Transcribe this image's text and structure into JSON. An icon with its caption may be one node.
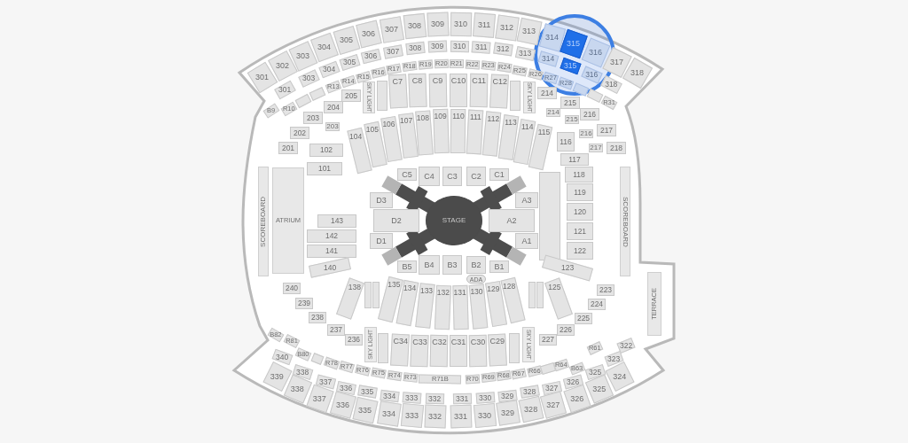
{
  "diagram": {
    "nodes": [
      {
        "text": [
          "301"
        ]
      },
      {
        "text": [
          "302"
        ]
      },
      {
        "text": [
          "303"
        ]
      },
      {
        "text": [
          "304"
        ]
      },
      {
        "text": [
          "305"
        ]
      },
      {
        "text": [
          "306"
        ]
      },
      {
        "text": [
          "307"
        ]
      },
      {
        "text": [
          "308"
        ]
      },
      {
        "text": [
          "309"
        ]
      },
      {
        "text": [
          "310"
        ]
      },
      {
        "text": [
          "311"
        ]
      },
      {
        "text": [
          "312"
        ]
      },
      {
        "text": [
          "313"
        ]
      },
      {
        "text": [
          "314"
        ]
      },
      {
        "text": [
          "315"
        ]
      },
      {
        "text": [
          "316"
        ]
      },
      {
        "text": [
          "317"
        ]
      },
      {
        "text": [
          "318"
        ]
      },
      {
        "text": [
          "301"
        ]
      },
      {
        "text": [
          "303"
        ]
      },
      {
        "text": [
          "304"
        ]
      },
      {
        "text": [
          "305"
        ]
      },
      {
        "text": [
          "306"
        ]
      },
      {
        "text": [
          "307"
        ]
      },
      {
        "text": [
          "308"
        ]
      },
      {
        "text": [
          "309"
        ]
      },
      {
        "text": [
          "310"
        ]
      },
      {
        "text": [
          "311"
        ]
      },
      {
        "text": [
          "312"
        ]
      },
      {
        "text": [
          "313"
        ]
      },
      {
        "text": [
          "314"
        ]
      },
      {
        "text": [
          "315"
        ]
      },
      {
        "text": [
          "316"
        ]
      },
      {
        "text": [
          "318"
        ]
      },
      {
        "text": [
          "B9"
        ]
      },
      {
        "text": [
          "R10"
        ]
      },
      {
        "text": [],
        "shape": "box"
      },
      {
        "text": [],
        "shape": "box"
      },
      {
        "text": [
          "R13"
        ]
      },
      {
        "text": [
          "R14"
        ]
      },
      {
        "text": [
          "R15"
        ]
      },
      {
        "text": [
          "R16"
        ]
      },
      {
        "text": [
          "R17"
        ]
      },
      {
        "text": [
          "R18"
        ]
      },
      {
        "text": [
          "R19"
        ]
      },
      {
        "text": [
          "R20"
        ]
      },
      {
        "text": [
          "R21"
        ]
      },
      {
        "text": [
          "R22"
        ]
      },
      {
        "text": [
          "R23"
        ]
      },
      {
        "text": [
          "R24"
        ]
      },
      {
        "text": [
          "R25"
        ]
      },
      {
        "text": [
          "R26"
        ]
      },
      {
        "text": [
          "R27"
        ]
      },
      {
        "text": [
          "R28"
        ]
      },
      {
        "text": [],
        "shape": "box"
      },
      {
        "text": [],
        "shape": "box"
      },
      {
        "text": [
          "R31"
        ]
      },
      {
        "text": [
          "201"
        ]
      },
      {
        "text": [
          "202"
        ]
      },
      {
        "text": [
          "203"
        ]
      },
      {
        "text": [
          "203"
        ]
      },
      {
        "text": [
          "204"
        ]
      },
      {
        "text": [
          "205"
        ]
      },
      {
        "text": [
          "SKY LIGHT"
        ]
      },
      {
        "text": [],
        "shape": "box"
      },
      {
        "text": [
          "C7"
        ]
      },
      {
        "text": [
          "C8"
        ]
      },
      {
        "text": [
          "C9"
        ]
      },
      {
        "text": [
          "C10"
        ]
      },
      {
        "text": [
          "C11"
        ]
      },
      {
        "text": [
          "C12"
        ]
      },
      {
        "text": [],
        "shape": "box"
      },
      {
        "text": [
          "SKY LIGHT"
        ]
      },
      {
        "text": [
          "214"
        ]
      },
      {
        "text": [
          "214"
        ]
      },
      {
        "text": [
          "215"
        ]
      },
      {
        "text": [
          "215"
        ]
      },
      {
        "text": [
          "216"
        ]
      },
      {
        "text": [
          "216"
        ]
      },
      {
        "text": [
          "217"
        ]
      },
      {
        "text": [
          "217"
        ]
      },
      {
        "text": [
          "218"
        ]
      },
      {
        "text": [
          "101"
        ]
      },
      {
        "text": [
          "102"
        ]
      },
      {
        "text": [
          "104"
        ]
      },
      {
        "text": [
          "105"
        ]
      },
      {
        "text": [
          "106"
        ]
      },
      {
        "text": [
          "107"
        ]
      },
      {
        "text": [
          "108"
        ]
      },
      {
        "text": [
          "109"
        ]
      },
      {
        "text": [
          "110"
        ]
      },
      {
        "text": [
          "111"
        ]
      },
      {
        "text": [
          "112"
        ]
      },
      {
        "text": [
          "113"
        ]
      },
      {
        "text": [
          "114"
        ]
      },
      {
        "text": [
          "115"
        ]
      },
      {
        "text": [
          "116"
        ]
      },
      {
        "text": [
          "117"
        ]
      },
      {
        "text": [
          "118"
        ]
      },
      {
        "text": [
          "SCOREBOARD"
        ]
      },
      {
        "text": [
          "ATRIUM"
        ]
      },
      {
        "text": [
          "143"
        ]
      },
      {
        "text": [
          "142"
        ]
      },
      {
        "text": [
          "141"
        ]
      },
      {
        "text": [
          "140"
        ]
      },
      {
        "text": [
          "C5"
        ]
      },
      {
        "text": [
          "C4"
        ]
      },
      {
        "text": [
          "C3"
        ]
      },
      {
        "text": [
          "C2"
        ]
      },
      {
        "text": [
          "C1"
        ]
      },
      {
        "text": [
          "D3"
        ]
      },
      {
        "text": [
          "D2"
        ]
      },
      {
        "text": [
          "D1"
        ]
      },
      {
        "text": [
          "STAGE"
        ]
      },
      {
        "text": [
          "A3"
        ]
      },
      {
        "text": [
          "A2"
        ]
      },
      {
        "text": [
          "A1"
        ]
      },
      {
        "text": [
          "B5"
        ]
      },
      {
        "text": [
          "B4"
        ]
      },
      {
        "text": [
          "B3"
        ]
      },
      {
        "text": [
          "B2"
        ]
      },
      {
        "text": [
          "B1"
        ]
      },
      {
        "text": [
          "ADA"
        ]
      },
      {
        "text": [],
        "shape": "box"
      },
      {
        "text": [
          "119"
        ]
      },
      {
        "text": [
          "120"
        ]
      },
      {
        "text": [
          "121"
        ]
      },
      {
        "text": [
          "122"
        ]
      },
      {
        "text": [
          "SCOREBOARD"
        ]
      },
      {
        "text": [
          "123"
        ]
      },
      {
        "text": [
          "138"
        ]
      },
      {
        "text": [],
        "shape": "box"
      },
      {
        "text": [],
        "shape": "box"
      },
      {
        "text": [
          "135"
        ]
      },
      {
        "text": [
          "134"
        ]
      },
      {
        "text": [
          "133"
        ]
      },
      {
        "text": [
          "132"
        ]
      },
      {
        "text": [
          "131"
        ]
      },
      {
        "text": [
          "130"
        ]
      },
      {
        "text": [
          "129"
        ]
      },
      {
        "text": [
          "128"
        ]
      },
      {
        "text": [],
        "shape": "box"
      },
      {
        "text": [],
        "shape": "box"
      },
      {
        "text": [
          "125"
        ]
      },
      {
        "text": [
          "240"
        ]
      },
      {
        "text": [
          "239"
        ]
      },
      {
        "text": [
          "238"
        ]
      },
      {
        "text": [
          "237"
        ]
      },
      {
        "text": [
          "236"
        ]
      },
      {
        "text": [
          "SKY LIGHT"
        ]
      },
      {
        "text": [],
        "shape": "box"
      },
      {
        "text": [
          "C34"
        ]
      },
      {
        "text": [
          "C33"
        ]
      },
      {
        "text": [
          "C32"
        ]
      },
      {
        "text": [
          "C31"
        ]
      },
      {
        "text": [
          "C30"
        ]
      },
      {
        "text": [
          "C29"
        ]
      },
      {
        "text": [],
        "shape": "box"
      },
      {
        "text": [
          "SKY LIGHT"
        ]
      },
      {
        "text": [
          "227"
        ]
      },
      {
        "text": [
          "226"
        ]
      },
      {
        "text": [
          "225"
        ]
      },
      {
        "text": [
          "224"
        ]
      },
      {
        "text": [
          "223"
        ]
      },
      {
        "text": [
          "TERRACE"
        ]
      },
      {
        "text": [
          "B82"
        ]
      },
      {
        "text": [
          "R81"
        ]
      },
      {
        "text": [
          "B80"
        ]
      },
      {
        "text": [],
        "shape": "box"
      },
      {
        "text": [
          "R78"
        ]
      },
      {
        "text": [
          "R77"
        ]
      },
      {
        "text": [
          "R76"
        ]
      },
      {
        "text": [
          "R75"
        ]
      },
      {
        "text": [
          "R74"
        ]
      },
      {
        "text": [
          "R73"
        ]
      },
      {
        "text": [
          "R71B"
        ]
      },
      {
        "text": [
          "R70"
        ]
      },
      {
        "text": [
          "R69"
        ]
      },
      {
        "text": [
          "R68"
        ]
      },
      {
        "text": [
          "R67"
        ]
      },
      {
        "text": [
          "R66"
        ]
      },
      {
        "text": [],
        "shape": "box"
      },
      {
        "text": [
          "R64"
        ]
      },
      {
        "text": [
          "B63"
        ]
      },
      {
        "text": [
          "R61"
        ]
      },
      {
        "text": [
          "340"
        ]
      },
      {
        "text": [
          "338"
        ]
      },
      {
        "text": [
          "337"
        ]
      },
      {
        "text": [
          "336"
        ]
      },
      {
        "text": [
          "335"
        ]
      },
      {
        "text": [
          "334"
        ]
      },
      {
        "text": [
          "333"
        ]
      },
      {
        "text": [
          "332"
        ]
      },
      {
        "text": [
          "331"
        ]
      },
      {
        "text": [
          "330"
        ]
      },
      {
        "text": [
          "329"
        ]
      },
      {
        "text": [
          "328"
        ]
      },
      {
        "text": [
          "327"
        ]
      },
      {
        "text": [
          "326"
        ]
      },
      {
        "text": [
          "325"
        ]
      },
      {
        "text": [
          "323"
        ]
      },
      {
        "text": [
          "322"
        ]
      },
      {
        "text": [
          "339"
        ]
      },
      {
        "text": [
          "338"
        ]
      },
      {
        "text": [
          "337"
        ]
      },
      {
        "text": [
          "336"
        ]
      },
      {
        "text": [
          "335"
        ]
      },
      {
        "text": [
          "334"
        ]
      },
      {
        "text": [
          "333"
        ]
      },
      {
        "text": [
          "332"
        ]
      },
      {
        "text": [
          "331"
        ]
      },
      {
        "text": [
          "330"
        ]
      },
      {
        "text": [
          "329"
        ]
      },
      {
        "text": [
          "328"
        ]
      },
      {
        "text": [
          "327"
        ]
      },
      {
        "text": [
          "326"
        ]
      },
      {
        "text": [
          "325"
        ]
      },
      {
        "text": [
          "324"
        ]
      }
    ]
  }
}
